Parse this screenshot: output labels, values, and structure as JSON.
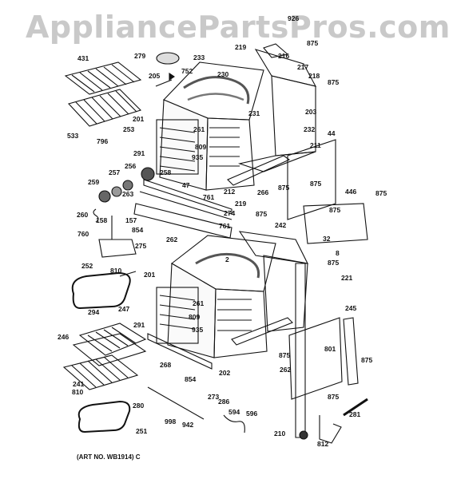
{
  "watermark": "AppliancePartsPros.com",
  "art_number": "(ART NO. WB1914) C",
  "part_labels": [
    "926",
    "875",
    "219",
    "216",
    "431",
    "279",
    "233",
    "217",
    "218",
    "875",
    "205",
    "752",
    "230",
    "203",
    "201",
    "231",
    "261",
    "533",
    "253",
    "796",
    "232",
    "44",
    "291",
    "809",
    "935",
    "211",
    "256",
    "258",
    "212",
    "266",
    "875",
    "875",
    "875",
    "446",
    "257",
    "47",
    "259",
    "761",
    "263",
    "219",
    "274",
    "875",
    "242",
    "875",
    "260",
    "158",
    "157",
    "32",
    "854",
    "761",
    "262",
    "8",
    "760",
    "275",
    "2",
    "252",
    "810",
    "875",
    "201",
    "221",
    "294",
    "247",
    "261",
    "809",
    "291",
    "935",
    "245",
    "246",
    "801",
    "875",
    "262",
    "268",
    "854",
    "202",
    "875",
    "241",
    "875",
    "810",
    "280",
    "273",
    "286",
    "594",
    "596",
    "998",
    "942",
    "251",
    "210",
    "281",
    "812"
  ]
}
